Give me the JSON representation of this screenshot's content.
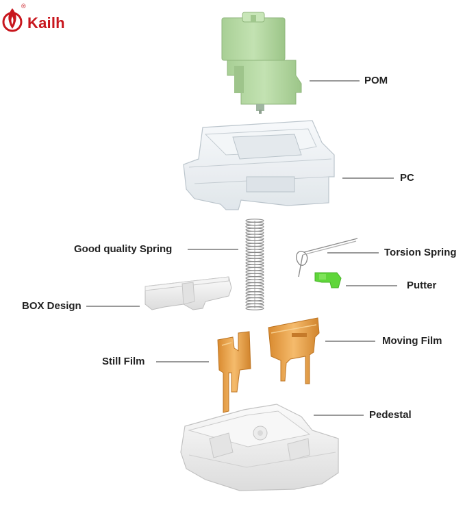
{
  "brand": {
    "name": "Kailh",
    "registered": "®"
  },
  "parts": {
    "pom": "POM",
    "pc": "PC",
    "spring": "Good quality Spring",
    "torsion_spring": "Torsion Spring",
    "putter": "Putter",
    "box_design": "BOX Design",
    "moving_film": "Moving Film",
    "still_film": "Still Film",
    "pedestal": "Pedestal"
  },
  "colors": {
    "brand_red": "#c8161d",
    "stem_green": "#b6d9a5",
    "putter_green": "#5fd63a",
    "contact_copper": "#e9a24a",
    "housing_clear": "#e9eef2",
    "box_white": "#ececec"
  }
}
